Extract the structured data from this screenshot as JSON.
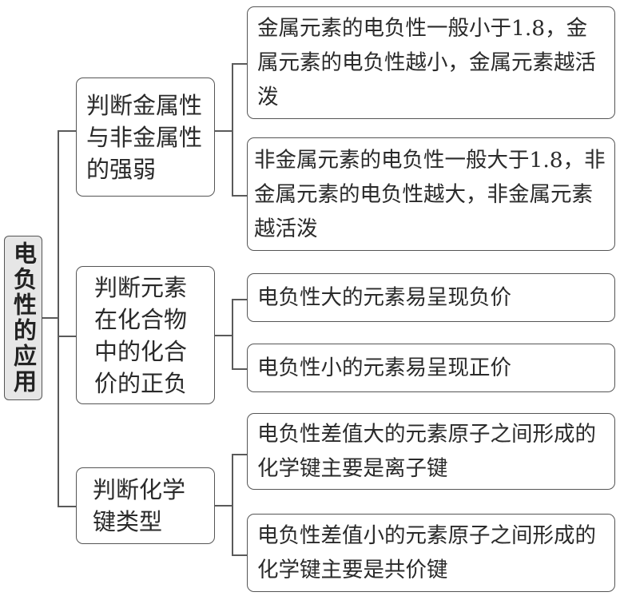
{
  "root": {
    "label": "电负性的应用"
  },
  "branches": [
    {
      "label": "判断金属性与非金属性的强弱",
      "children": [
        "金属元素的电负性一般小于1.8，金属元素的电负性越小，金属元素越活泼",
        "非金属元素的电负性一般大于1.8，非金属元素的电负性越大，非金属元素越活泼"
      ]
    },
    {
      "label": "判断元素在化合物中的化合价的正负",
      "children": [
        "电负性大的元素易呈现负价",
        "电负性小的元素易呈现正价"
      ]
    },
    {
      "label": "判断化学键类型",
      "children": [
        "电负性差值大的元素原子之间形成的化学键主要是离子键",
        "电负性差值小的元素原子之间形成的化学键主要是共价键"
      ]
    }
  ]
}
